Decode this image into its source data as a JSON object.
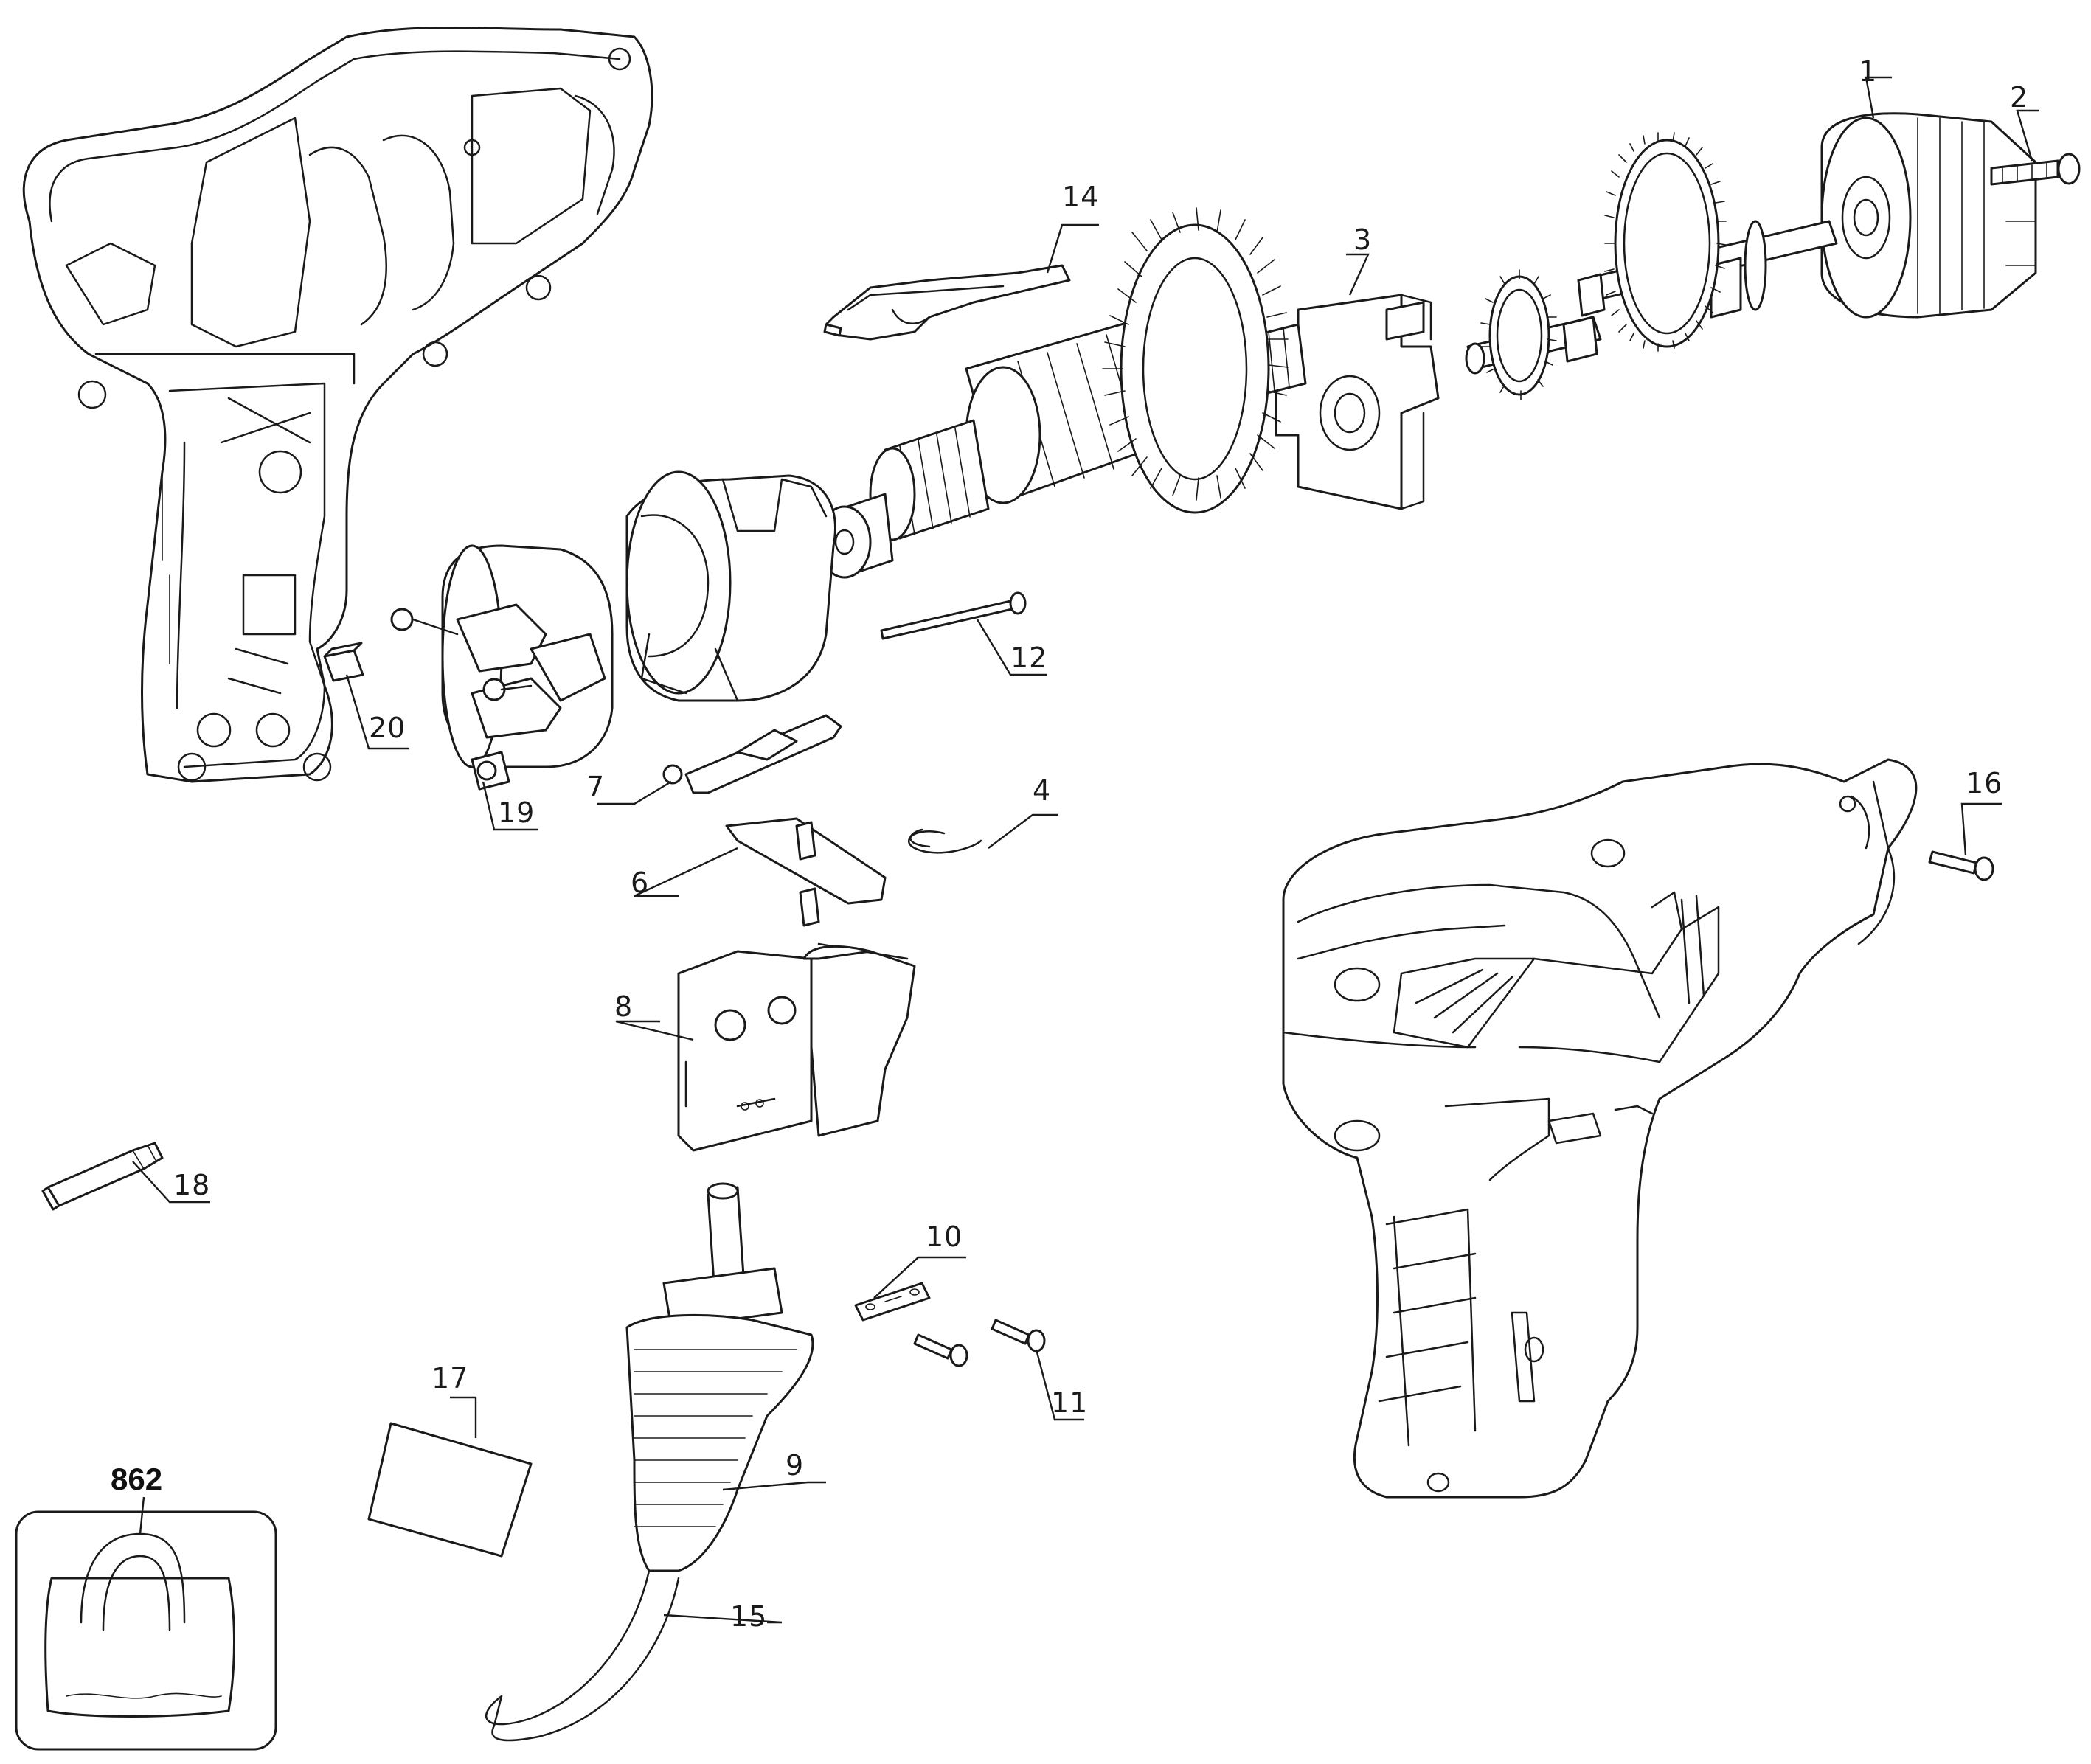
{
  "callouts": {
    "c1": "1",
    "c2": "2",
    "c3": "3",
    "c4": "4",
    "c6": "6",
    "c7": "7",
    "c8": "8",
    "c9": "9",
    "c10": "10",
    "c11": "11",
    "c12": "12",
    "c14": "14",
    "c15": "15",
    "c16": "16",
    "c17": "17",
    "c18": "18",
    "c19": "19",
    "c20": "20",
    "c862": "862"
  },
  "icons": {
    "kit": "carrying-bag-icon"
  },
  "colors": {
    "ink": "#1a1a1a",
    "paper": "#ffffff"
  }
}
